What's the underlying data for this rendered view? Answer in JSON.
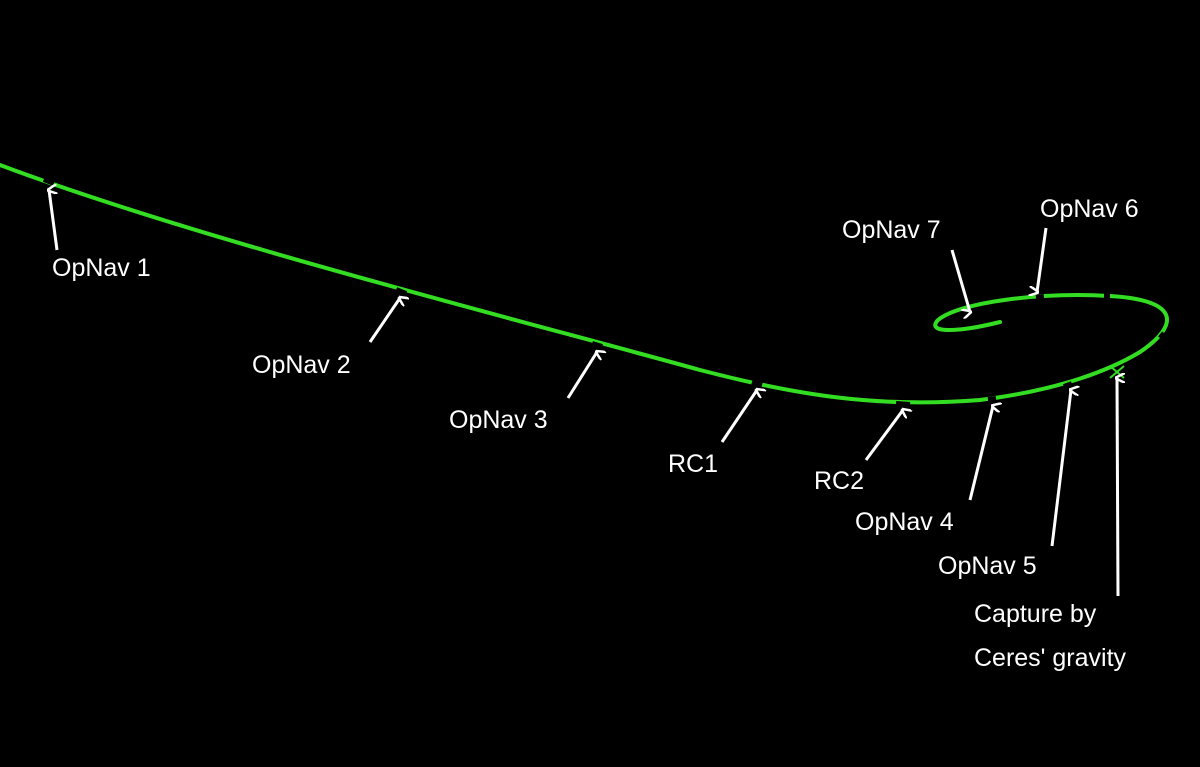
{
  "colors": {
    "background": "#000000",
    "trajectory": "#33dd22",
    "text": "#ffffff",
    "marker": "#000000"
  },
  "labels": {
    "opnav1": "OpNav 1",
    "opnav2": "OpNav 2",
    "opnav3": "OpNav 3",
    "rc1": "RC1",
    "rc2": "RC2",
    "opnav4": "OpNav 4",
    "opnav5": "OpNav 5",
    "opnav6": "OpNav 6",
    "opnav7": "OpNav 7",
    "capture_line1": "Capture by",
    "capture_line2": "Ceres' gravity"
  }
}
